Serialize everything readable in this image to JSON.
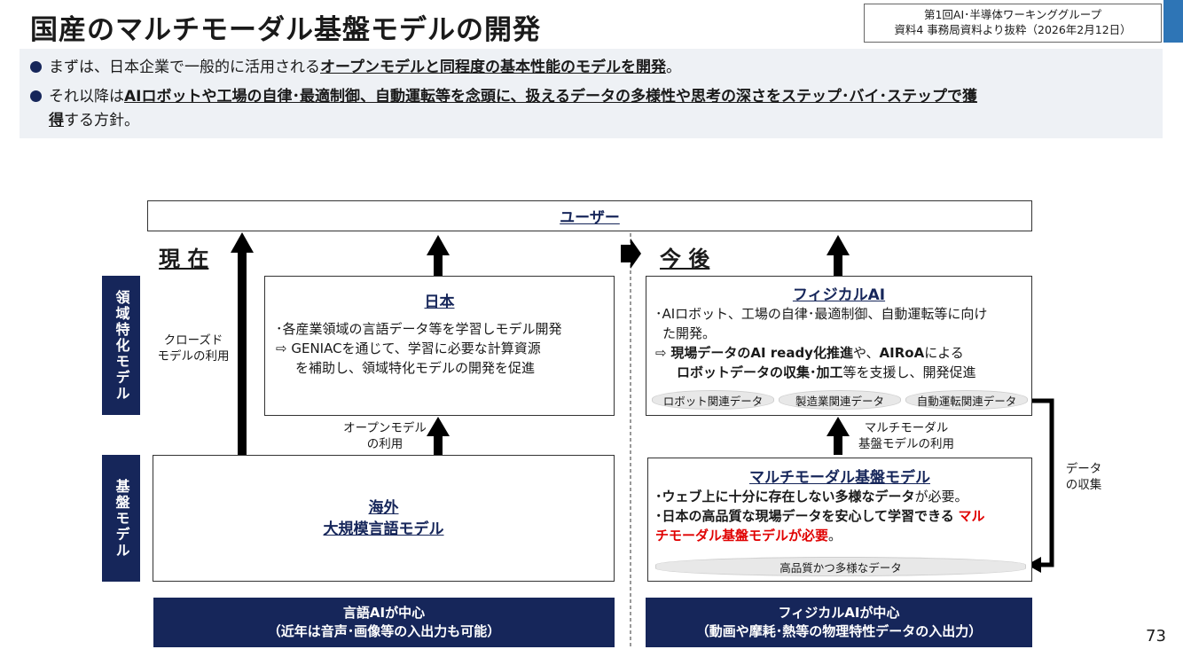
{
  "title": "国産のマルチモーダル基盤モデルの開発",
  "source": {
    "line1": "第1回AI･半導体ワーキンググループ",
    "line2": "資料4 事務局資料より抜粋（2026年2月12日）"
  },
  "bullets": [
    {
      "pre": "まずは、日本企業で一般的に活用される",
      "bold": "オープンモデルと同程度の基本性能のモデルを開発",
      "post": "。"
    },
    {
      "pre": "それ以降は",
      "bold": "AIロボットや工場の自律･最適制御、自動運転等を念頭に、扱えるデータの多様性や思考の深さをステップ･バイ･ステップで獲",
      "bold2": "得",
      "post": "する方針。"
    }
  ],
  "user_label": "ユーザー",
  "now_label": "現 在",
  "future_label": "今 後",
  "side_labels": {
    "domain": "領域特化モデル",
    "base": "基盤モデル"
  },
  "closed_model": {
    "line1": "クローズド",
    "line2": "モデルの利用"
  },
  "open_model": {
    "line1": "オープンモデル",
    "line2": "の利用"
  },
  "multimodal_use": {
    "line1": "マルチモーダル",
    "line2": "基盤モデルの利用"
  },
  "data_collect": {
    "line1": "データ",
    "line2": "の収集"
  },
  "japan": {
    "title": "日本",
    "line1": "･各産業領域の言語データ等を学習しモデル開発",
    "line2": "⇨ GENIACを通じて、学習に必要な計算資源",
    "line3": "を補助し、領域特化モデルの開発を促進"
  },
  "physical_ai": {
    "title": "フィジカルAI",
    "line1": "･AIロボット、工場の自律･最適制御、自動運転等に向け",
    "line2": "た開発。",
    "line3_pre": "⇨ ",
    "line3_bold": "現場データのAI ready化推進",
    "line3_mid": "や、",
    "line3_bold2": "AIRoA",
    "line3_post": "による",
    "line4_bold": "ロボットデータの収集･加工",
    "line4_post": "等を支援し、開発促進",
    "pills": [
      "ロボット関連データ",
      "製造業関連データ",
      "自動運転関連データ"
    ]
  },
  "overseas": {
    "line1": "海外",
    "line2": "大規模言語モデル"
  },
  "multimodal": {
    "title": "マルチモーダル基盤モデル",
    "line1_bold": "･ウェブ上に十分に存在しない多様なデータ",
    "line1_post": "が必要。",
    "line2_bold": "･日本の高品質な現場データを安心して学習できる",
    "line2_red": "マル",
    "line3_red": "チモーダル基盤モデルが必要",
    "line3_post": "。",
    "pill": "高品質かつ多様なデータ"
  },
  "footer_left": {
    "line1": "言語AIが中心",
    "line2": "（近年は音声･画像等の入出力も可能）"
  },
  "footer_right": {
    "line1": "フィジカルAIが中心",
    "line2": "（動画や摩耗･熱等の物理特性データの入出力）"
  },
  "page_number": "73"
}
